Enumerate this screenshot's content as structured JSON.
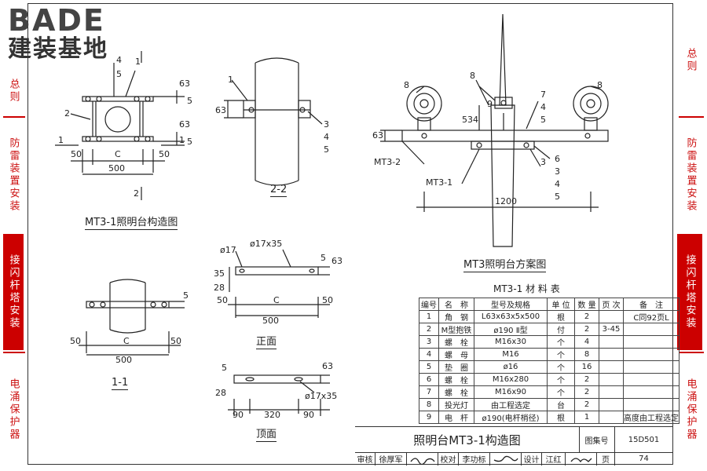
{
  "logo": {
    "brand": "BADE",
    "tagline": "建装基地"
  },
  "sidebar_left": [
    "总则",
    "防雷装置安装",
    "接闪杆塔安装",
    "电涌保护器"
  ],
  "sidebar_right": [
    "总则",
    "防雷装置安装",
    "接闪杆塔安装",
    "电涌保护器"
  ],
  "sidebar_active": "接闪杆塔安装",
  "colors": {
    "accent": "#cc0000",
    "line": "#333333"
  },
  "drawings": {
    "mt31": {
      "caption": "MT3-1照明台构造图",
      "dims": {
        "d63a": "63",
        "d63b": "63",
        "d5a": "5",
        "d5b": "5",
        "d50l": "50",
        "dC": "C",
        "d50r": "50",
        "d500": "500"
      },
      "callouts": {
        "c1": "1",
        "c2": "2",
        "c4": "4",
        "c5": "5"
      },
      "section_marks": {
        "one_left": "1",
        "one_right": "1",
        "two_bottom": "2"
      }
    },
    "sec22": {
      "caption": "2-2",
      "dims": {
        "d63": "63"
      },
      "callouts": {
        "c1": "1",
        "c3": "3",
        "c4": "4",
        "c5": "5"
      }
    },
    "sec11": {
      "caption": "1-1",
      "dims": {
        "d5": "5",
        "d50l": "50",
        "dC": "C",
        "d50r": "50",
        "d500": "500"
      }
    },
    "front": {
      "caption": "正面",
      "dims": {
        "d17": "ø17",
        "d17x35": "ø17x35",
        "d35": "35",
        "d28": "28",
        "d5": "5",
        "d63": "63",
        "d50l": "50",
        "dC": "C",
        "d50r": "50",
        "d500": "500"
      }
    },
    "top": {
      "caption": "顶面",
      "dims": {
        "d5": "5",
        "d63": "63",
        "d28": "28",
        "d17x35": "ø17x35",
        "d90l": "90",
        "d320": "320",
        "d90r": "90"
      }
    },
    "mt3": {
      "caption": "MT3照明台方案图",
      "dims": {
        "d63": "63",
        "d534": "534",
        "d1200": "1200"
      },
      "labels": {
        "mt32": "MT3-2",
        "mt31": "MT3-1"
      },
      "callouts": {
        "c8l": "8",
        "c8m": "8",
        "c9": "9",
        "c7a": "7",
        "c4a": "4",
        "c5a": "5",
        "c8r": "8",
        "c3": "3",
        "c6": "6",
        "c3b": "3",
        "c4b": "4",
        "c5b": "5"
      }
    }
  },
  "material_table": {
    "title": "MT3-1 材 料 表",
    "headers": [
      "编号",
      "名　称",
      "型号及规格",
      "单 位",
      "数 量",
      "页 次",
      "备　注"
    ],
    "rows": [
      [
        "1",
        "角　钢",
        "L63x63x5x500",
        "根",
        "2",
        "",
        "C同92页L"
      ],
      [
        "2",
        "M型抱铁",
        "ø190 Ⅱ型",
        "付",
        "2",
        "3-45",
        ""
      ],
      [
        "3",
        "螺　栓",
        "M16x30",
        "个",
        "4",
        "",
        ""
      ],
      [
        "4",
        "螺　母",
        "M16",
        "个",
        "8",
        "",
        ""
      ],
      [
        "5",
        "垫　圈",
        "ø16",
        "个",
        "16",
        "",
        ""
      ],
      [
        "6",
        "螺　栓",
        "M16x280",
        "个",
        "2",
        "",
        ""
      ],
      [
        "7",
        "螺　栓",
        "M16x90",
        "个",
        "2",
        "",
        ""
      ],
      [
        "8",
        "投光灯",
        "由工程选定",
        "台",
        "2",
        "",
        ""
      ],
      [
        "9",
        "电　杆",
        "ø190(电杆梢径)",
        "根",
        "1",
        "",
        "高度由工程选定"
      ]
    ]
  },
  "title_block": {
    "drawing_name": "照明台MT3-1构造图",
    "atlas_label": "图集号",
    "atlas_no": "15D501",
    "review_label": "审核",
    "review_name": "徐厚军",
    "check_label": "校对",
    "check_name": "李功标",
    "design_label": "设计",
    "design_name": "江红",
    "page_label": "页",
    "page_no": "74"
  }
}
